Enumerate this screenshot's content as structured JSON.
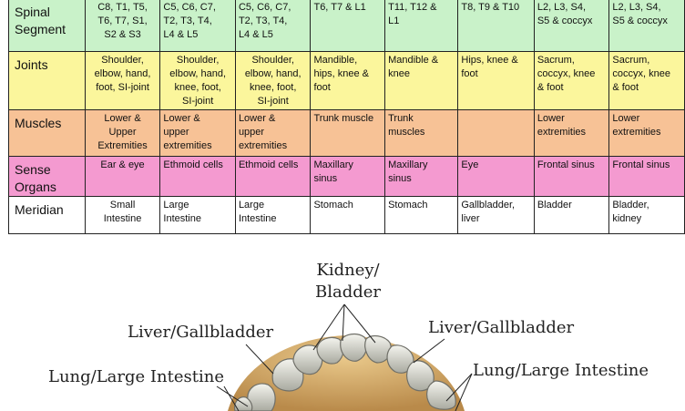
{
  "table": {
    "rows": [
      {
        "label": "Spinal\nSegment",
        "cells": [
          "C8, T1, T5,\nT6, T7, S1,\nS2 & S3",
          "C5, C6, C7,\nT2, T3, T4,\nL4 & L5",
          "C5, C6, C7,\nT2, T3, T4,\nL4 & L5",
          "T6, T7 & L1",
          "T11, T12 &\nL1",
          "T8, T9 & T10",
          "L2, L3, S4,\nS5 & coccyx",
          "L2, L3, S4,\nS5 & coccyx"
        ]
      },
      {
        "label": "Joints",
        "cells": [
          "Shoulder,\nelbow, hand,\nfoot, SI-joint",
          "Shoulder,\nelbow, hand,\nknee, foot,\nSI-joint",
          "Shoulder,\nelbow, hand,\nknee, foot,\nSI-joint",
          "Mandible,\nhips, knee &\nfoot",
          "Mandible &\nknee",
          "Hips, knee &\nfoot",
          "Sacrum,\ncoccyx, knee\n& foot",
          "Sacrum,\ncoccyx, knee\n& foot"
        ]
      },
      {
        "label": "Muscles",
        "cells": [
          "Lower &\nUpper\nExtremities",
          "Lower &\nupper\nextremities",
          "Lower &\nupper\nextremities",
          "Trunk muscle",
          "Trunk\nmuscles",
          "",
          "Lower\nextremities",
          "Lower\nextremities"
        ]
      },
      {
        "label": "Sense\nOrgans",
        "cells": [
          "Ear & eye",
          "Ethmoid cells",
          "Ethmoid cells",
          "Maxillary\nsinus",
          "Maxillary\nsinus",
          "Eye",
          "Frontal sinus",
          "Frontal sinus"
        ]
      },
      {
        "label": "Meridian",
        "cells": [
          "Small\nIntestine",
          "Large\nIntestine",
          "Large\nIntestine",
          "Stomach",
          "Stomach",
          "Gallbladder,\nliver",
          "Bladder",
          "Bladder,\nkidney"
        ]
      }
    ]
  },
  "diagram": {
    "labels": {
      "kidney_bladder": "Kidney/\nBladder",
      "liver_left": "Liver/Gallbladder",
      "liver_right": "Liver/Gallbladder",
      "lung_left": "Lung/Large Intestine",
      "lung_right": "Lung/Large Intestine"
    }
  }
}
